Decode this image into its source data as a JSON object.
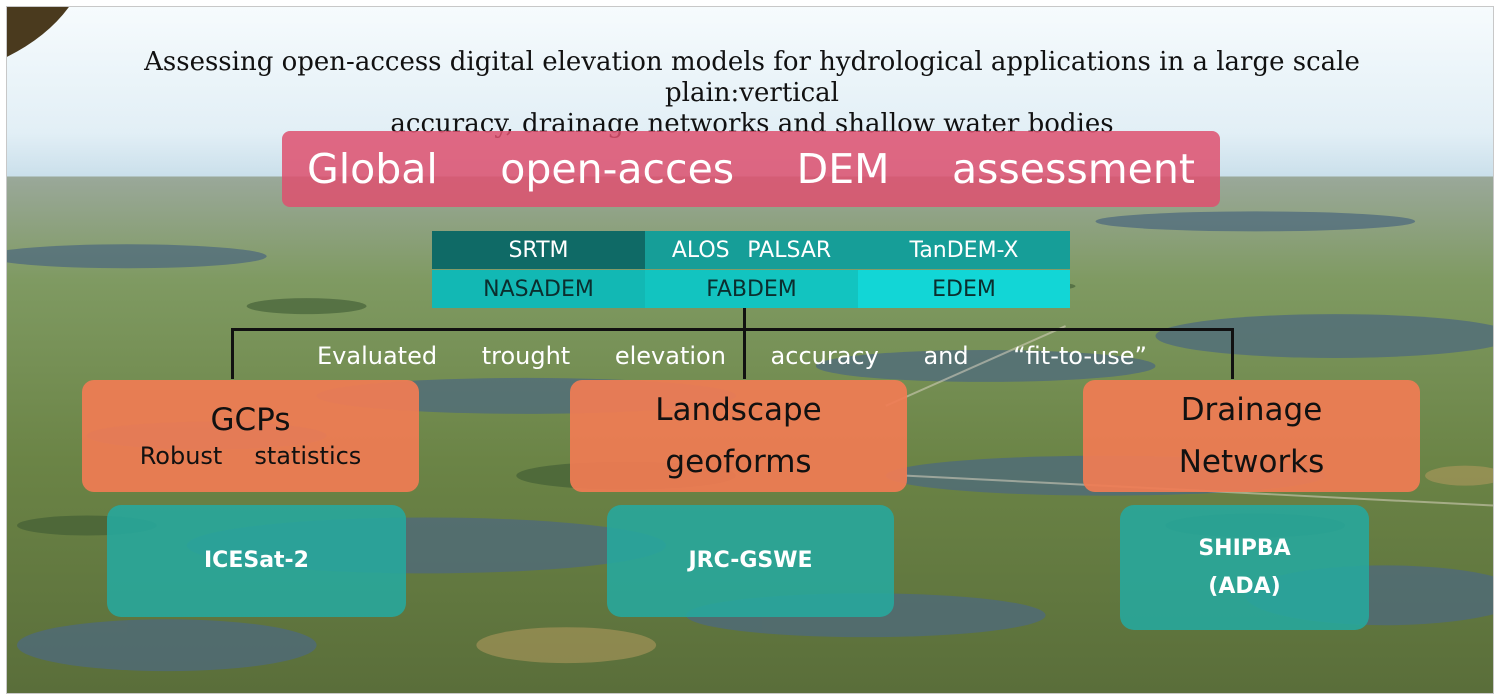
{
  "title_line1": "Assessing open-access digital elevation models for hydrological applications in a large scale plain:vertical",
  "title_line2": "accuracy, drainage networks and shallow water bodies",
  "banner": {
    "w1": "Global",
    "w2": "open-acces",
    "w3": "DEM",
    "w4": "assessment"
  },
  "dems": {
    "srtm": "SRTM",
    "alos_a": "ALOS",
    "alos_b": "PALSAR",
    "tandem": "TanDEM-X",
    "nasadem": "NASADEM",
    "fabdem": "FABDEM",
    "edem": "EDEM"
  },
  "evaluated": {
    "w1": "Evaluated",
    "w2": "trought",
    "w3": "elevation",
    "w4": "accuracy",
    "w5": "and",
    "w6": "“fit-to-use”"
  },
  "gcps": {
    "title": "GCPs",
    "sub_a": "Robust",
    "sub_b": "statistics"
  },
  "landscape": {
    "line1": "Landscape",
    "line2": "geoforms"
  },
  "drainage": {
    "line1": "Drainage",
    "line2": "Networks"
  },
  "refs": {
    "icesat": "ICESat-2",
    "jrc": "JRC-GSWE",
    "shipba_1": "SHIPBA",
    "shipba_2": "(ADA)"
  },
  "colors": {
    "banner": "#de506e",
    "dem_dark": "#0f6a66",
    "dem_mid": "#169e98",
    "dem_light": "#12d6d6",
    "orange": "#f17c54",
    "teal": "#26a89e",
    "sky": "#cfe6f2",
    "field": "#6f8a4a"
  }
}
